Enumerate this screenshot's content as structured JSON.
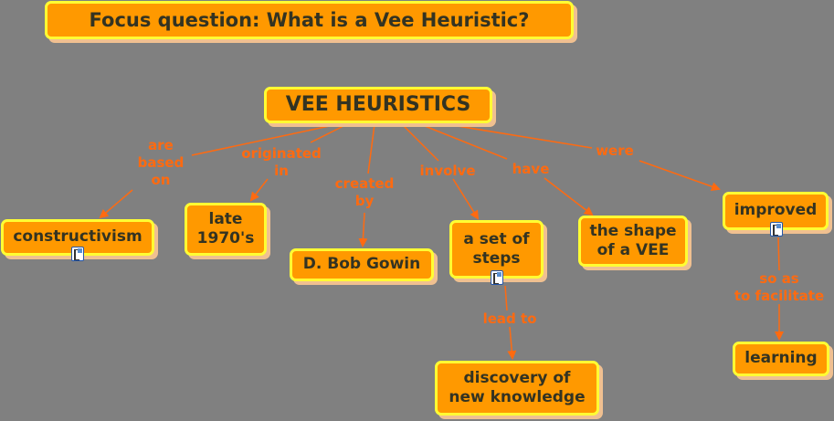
{
  "focus_question": "Focus question:  What is a Vee Heuristic?",
  "colors": {
    "background": "#808080",
    "node_fill": "#FF9900",
    "node_border": "#FFFF33",
    "link": "#FF6A10",
    "text": "#333322"
  },
  "nodes": {
    "root": "VEE HEURISTICS",
    "constructivism": "constructivism",
    "late1970s": "late\n1970's",
    "gowin": "D. Bob Gowin",
    "steps": "a set of\nsteps",
    "shape": "the shape\nof a VEE",
    "improved": "improved",
    "discovery": "discovery of\nnew knowledge",
    "learning": "learning"
  },
  "links": {
    "based_on": "are\nbased\non",
    "originated_in": "originated\nin",
    "created_by": "created\nby",
    "involve": "involve",
    "have": "have",
    "were": "were",
    "lead_to": "lead to",
    "so_as": "so as\nto facilitate"
  },
  "icons": [
    "document-resource-icon",
    "document-resource-icon",
    "document-resource-icon"
  ]
}
